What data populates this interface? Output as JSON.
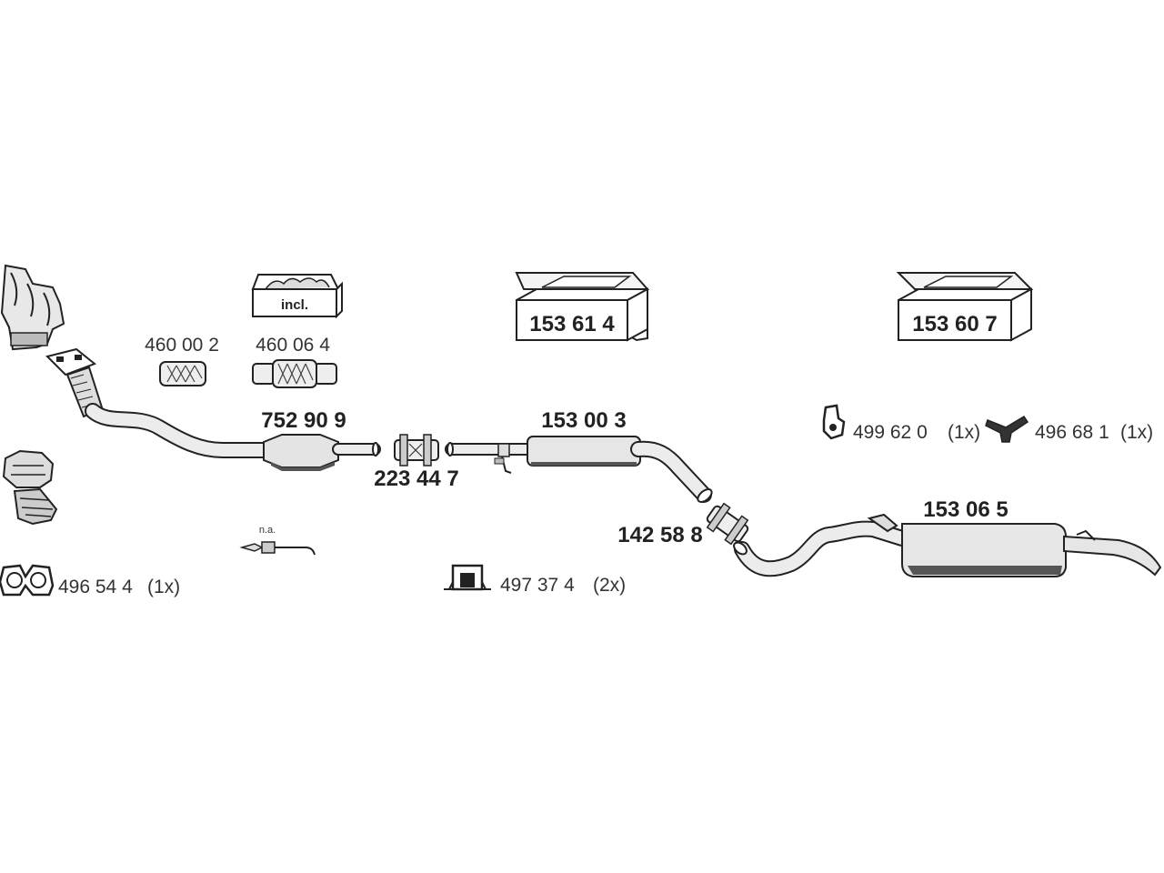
{
  "labels": {
    "front_pipe_catalyst": "752 90 9",
    "flex_joint_a": "460 00 2",
    "flex_joint_b": "460 06 4",
    "incl_tag": "incl.",
    "clamp_223": "223 44 7",
    "middle_silencer": "153 00 3",
    "kit_box_1": "153 61 4",
    "kit_box_2": "153 60 7",
    "rear_silencer": "153 06 5",
    "clamp_142": "142 58 8",
    "gasket": "496 54 4",
    "gasket_qty": "(1x)",
    "oxygen_sensor_note": "n.a.",
    "mounting_bracket": "497 37 4",
    "mounting_bracket_qty": "(2x)",
    "rubber_hanger": "499 62 0",
    "rubber_hanger_qty": "(1x)",
    "y_hanger": "496 68 1",
    "y_hanger_qty": "(1x)"
  },
  "colors": {
    "line": "#222222",
    "part_fill": "#e8e8e8",
    "shadow": "#555555"
  }
}
